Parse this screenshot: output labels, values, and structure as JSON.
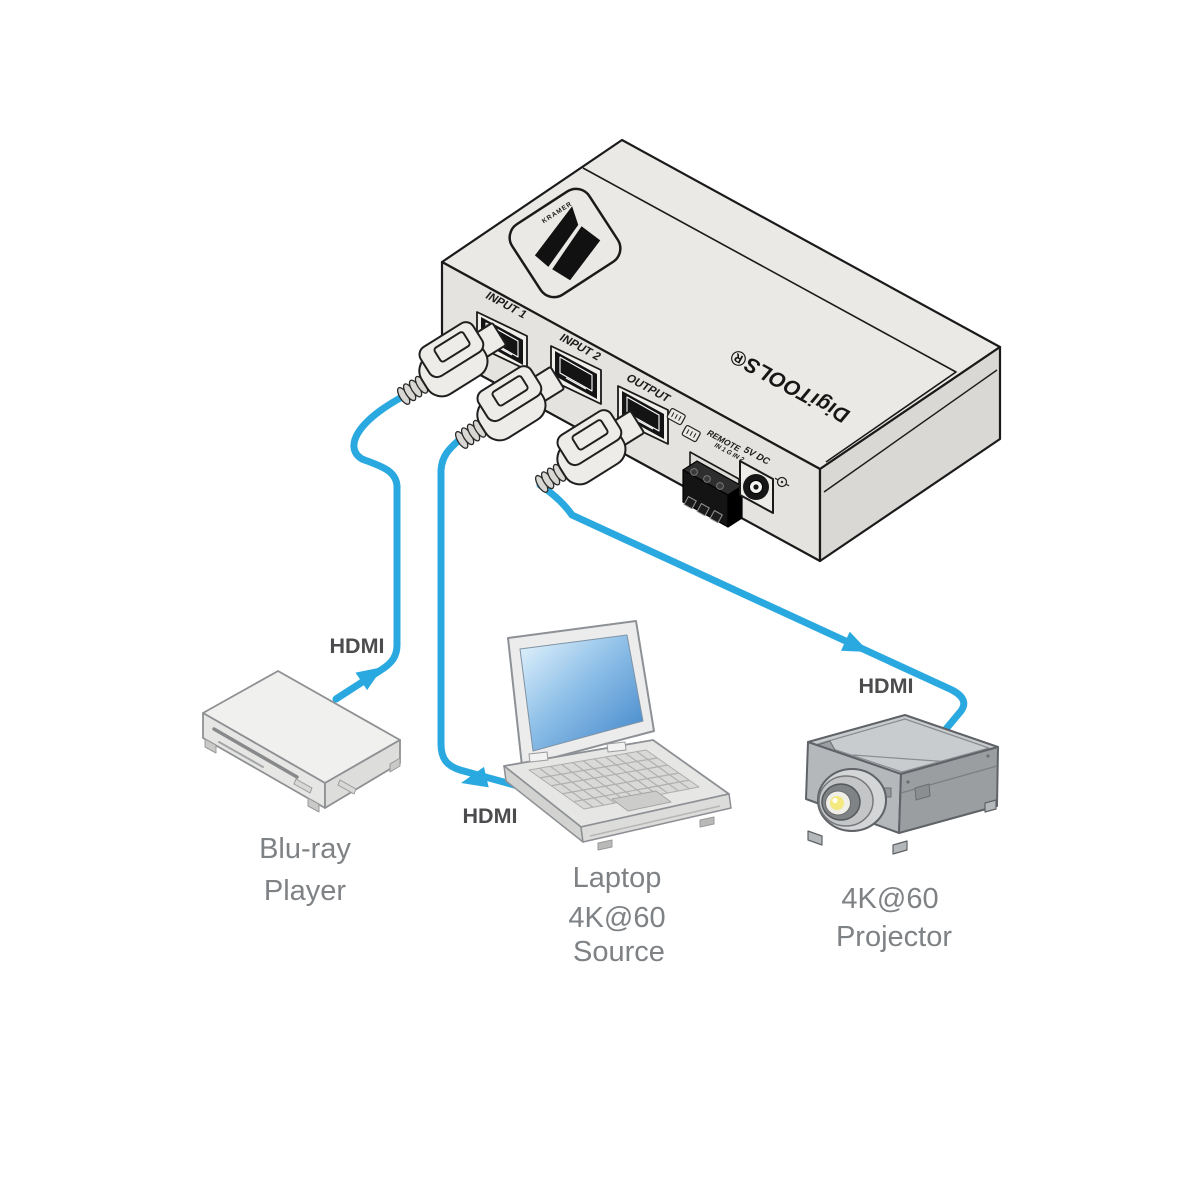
{
  "switcher": {
    "brand_logo": "KRAMER",
    "product_line": "DigiTOOLS®",
    "port_labels": {
      "input1": "INPUT 1",
      "input2": "INPUT 2",
      "output": "OUTPUT",
      "remote": "REMOTE",
      "remote_pins": "IN 1 G IN 2",
      "power": "5V DC"
    }
  },
  "cables": {
    "bluray_label": "HDMI",
    "laptop_label": "HDMI",
    "projector_label": "HDMI"
  },
  "endpoints": {
    "bluray": [
      "Blu-ray",
      "Player"
    ],
    "laptop": [
      "Laptop",
      "4K@60",
      "Source"
    ],
    "projector": [
      "4K@60",
      "Projector"
    ]
  },
  "colors": {
    "cable": "#2AA9E0",
    "switcher_top": "#EAE9E5",
    "switcher_front": "#E4E3DF",
    "switcher_side": "#D9D8D4",
    "outline": "#1A1A1A",
    "endpoint_text": "#7F8285",
    "hdmi_text": "#4C4C4E"
  }
}
